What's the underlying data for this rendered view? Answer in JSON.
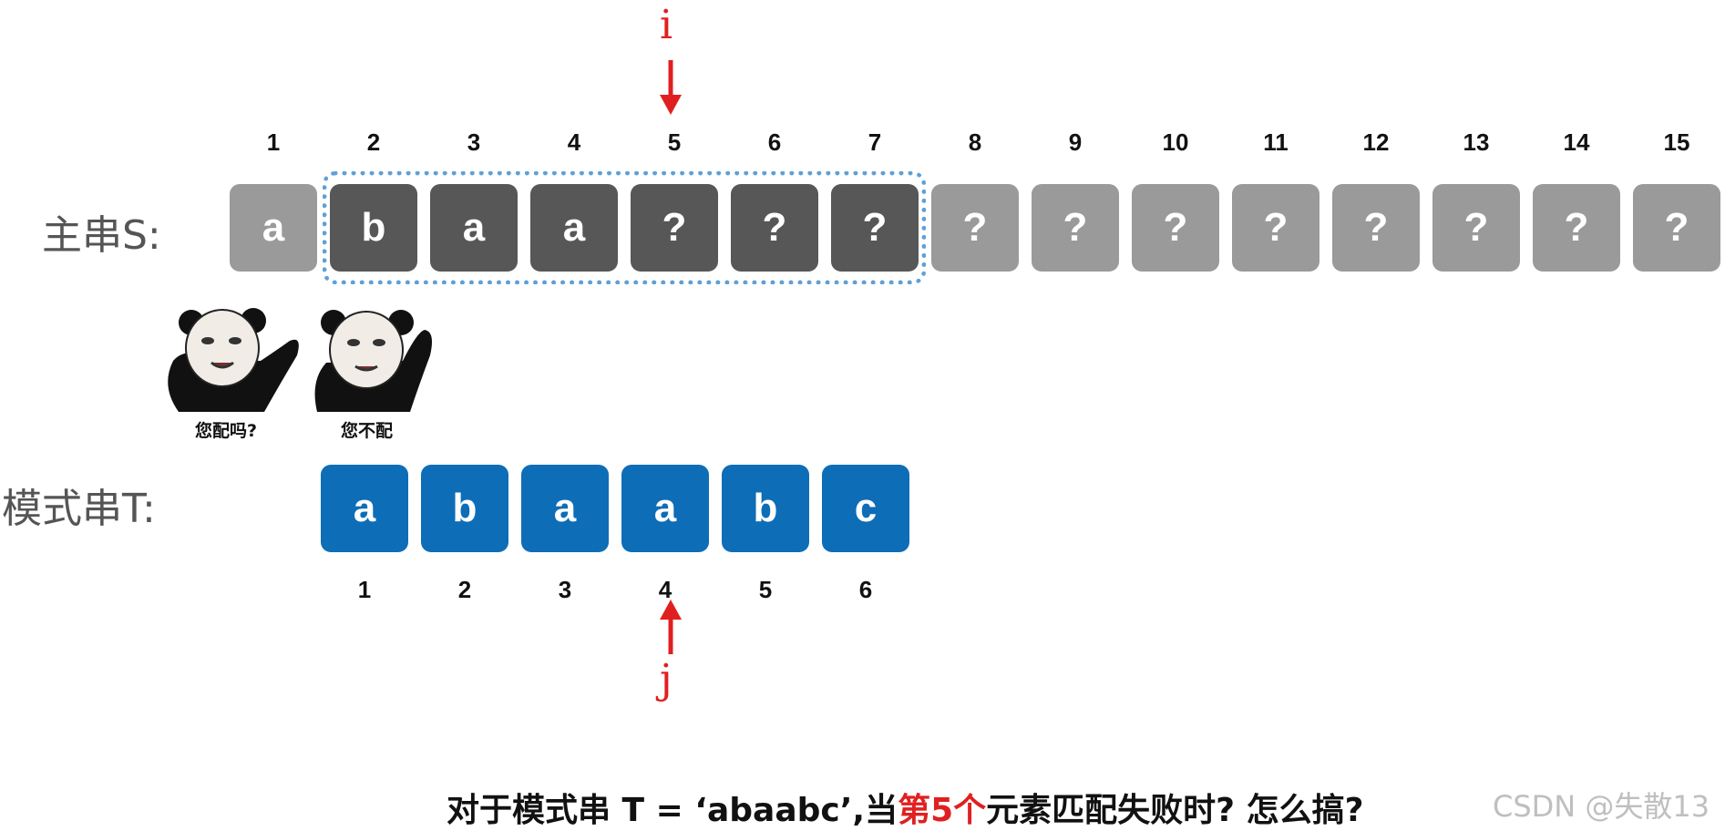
{
  "pointer_i": "i",
  "pointer_j": "j",
  "main_string": {
    "label": "主串S:",
    "indices": [
      "1",
      "2",
      "3",
      "4",
      "5",
      "6",
      "7",
      "8",
      "9",
      "10",
      "11",
      "12",
      "13",
      "14",
      "15"
    ],
    "chars": [
      "a",
      "b",
      "a",
      "a",
      "?",
      "?",
      "?",
      "?",
      "?",
      "?",
      "?",
      "?",
      "?",
      "?",
      "?"
    ],
    "highlighted_range": [
      2,
      7
    ]
  },
  "pattern_string": {
    "label": "模式串T:",
    "indices": [
      "1",
      "2",
      "3",
      "4",
      "5",
      "6"
    ],
    "chars": [
      "a",
      "b",
      "a",
      "a",
      "b",
      "c"
    ]
  },
  "memes": [
    {
      "caption": "您配吗?"
    },
    {
      "caption": "您不配"
    }
  ],
  "caption": {
    "prefix": "对于模式串 T = ‘abaabc’,当",
    "highlight": "第5个",
    "suffix": "元素匹配失败时? 怎么搞?"
  },
  "watermark": "CSDN @失散13",
  "colors": {
    "box_light": "#9a9a9a",
    "box_dark": "#575757",
    "box_blue": "#0e6db7",
    "pointer": "#e02020",
    "dotted_border": "#5fa0d8"
  }
}
